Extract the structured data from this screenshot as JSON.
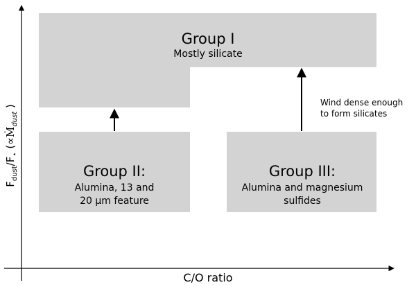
{
  "axes": {
    "x_label": "C/O ratio",
    "y_label": {
      "f": "F",
      "dust": "dust",
      "slash": "/F",
      "star": "⋆",
      "open": " (",
      "prop": "∝",
      "mdot": "Ṁ",
      "mdust": "dust",
      "close": " )"
    }
  },
  "groups": [
    {
      "id": "group-1",
      "title": "Group I",
      "lines": [
        "Mostly silicate"
      ]
    },
    {
      "id": "group-2",
      "title": "Group II:",
      "lines": [
        "Alumina, 13 and",
        "20 μm feature"
      ]
    },
    {
      "id": "group-3",
      "title": "Group III:",
      "lines": [
        "Alumina and magnesium",
        "sulfides"
      ]
    }
  ],
  "annotation": {
    "lines": [
      "Wind dense enough",
      "to form silicates"
    ]
  },
  "colors": {
    "box_fill": "#d3d3d3",
    "line": "#000000"
  }
}
